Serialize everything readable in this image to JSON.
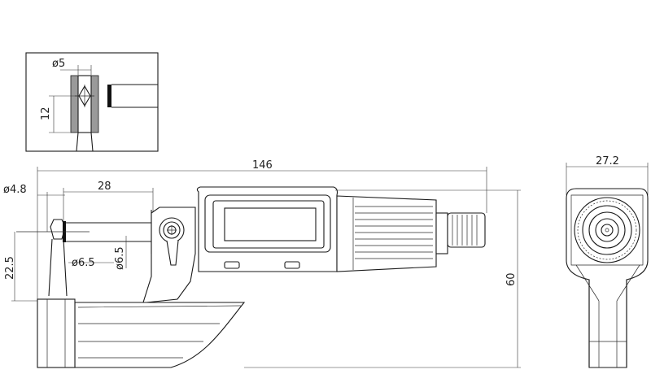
{
  "dimensions": {
    "inset_dia": "ø5",
    "inset_height": "12",
    "overall_length": "146",
    "anvil_dia": "ø4.8",
    "frame_depth": "28",
    "spindle_dia_a": "ø6.5",
    "spindle_dia_b": "ø6.5",
    "anvil_height": "22.5",
    "overall_height": "60",
    "side_width": "27.2"
  }
}
